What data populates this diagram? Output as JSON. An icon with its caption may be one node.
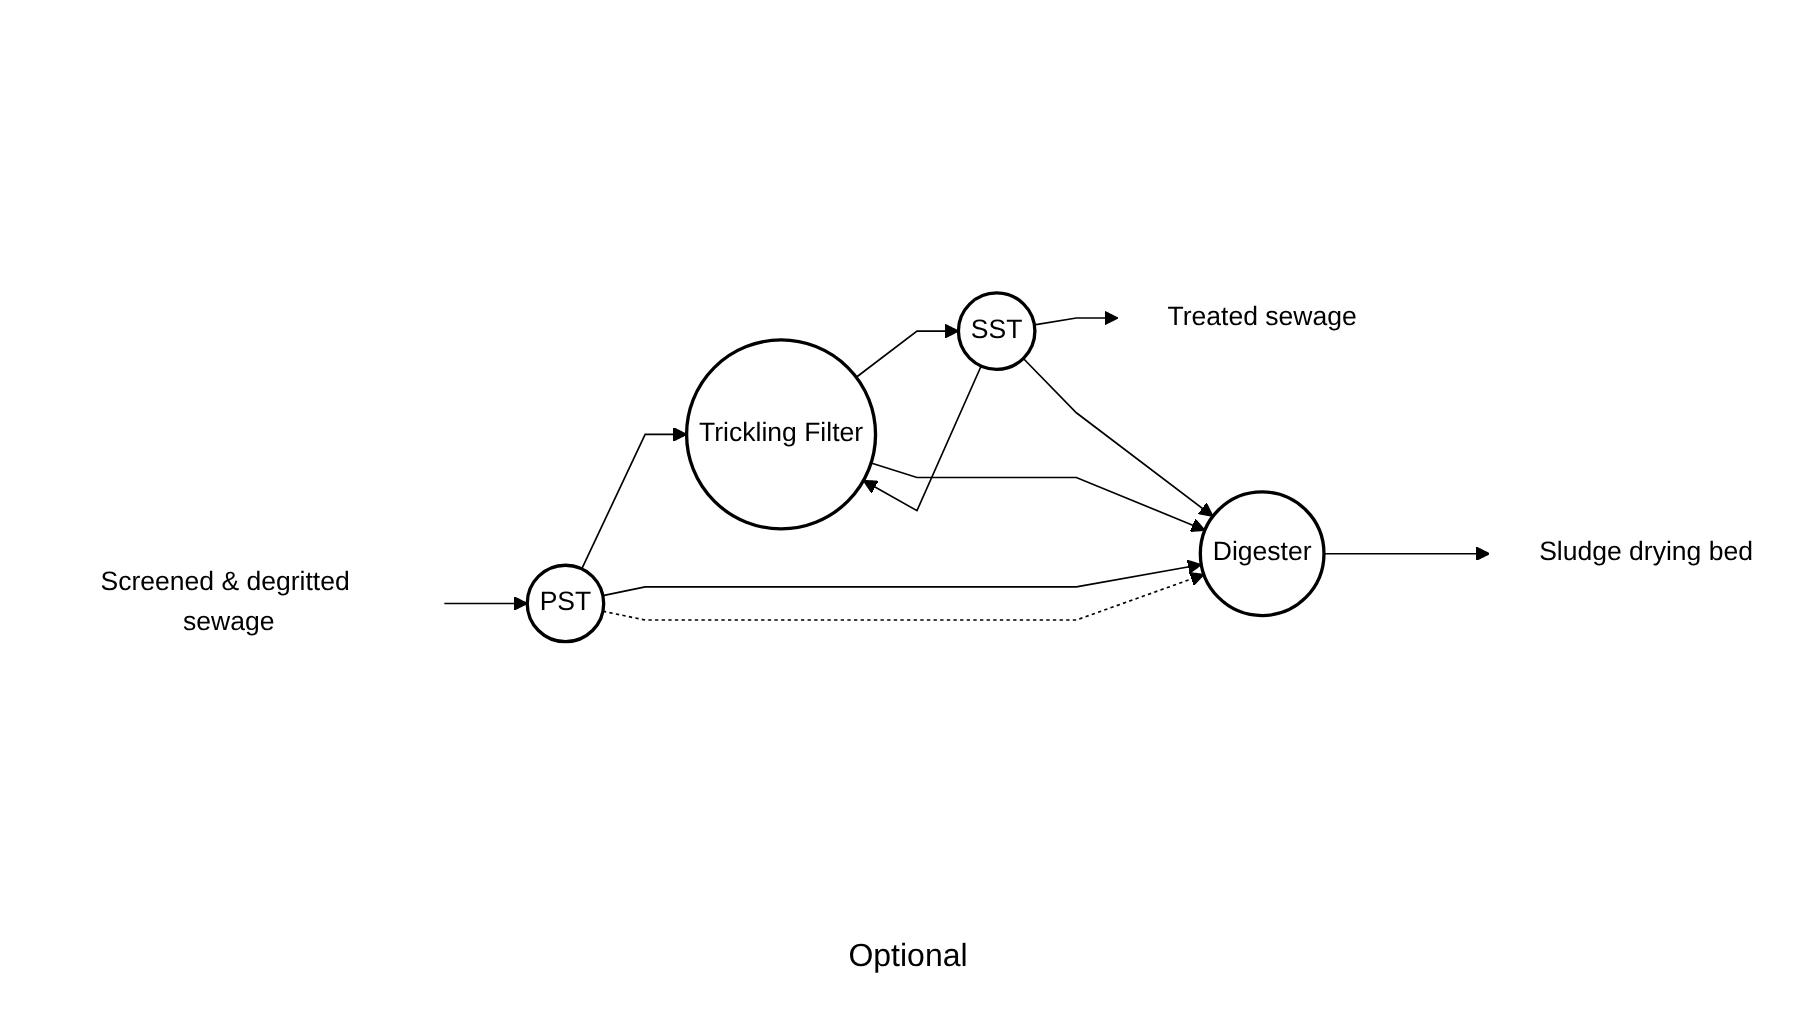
{
  "diagram": {
    "nodes": [
      {
        "text": [
          "Screened & degritted sewage"
        ]
      },
      {
        "text": [
          "PST"
        ]
      },
      {
        "text": [
          "Trickling Filter"
        ]
      },
      {
        "text": [
          "SST"
        ]
      },
      {
        "text": [
          "Treated sewage"
        ]
      },
      {
        "text": [
          "Digester"
        ]
      },
      {
        "text": [
          "Sludge drying bed"
        ]
      }
    ],
    "edges": [
      {
        "from": 0,
        "to": 1,
        "arrow": "to"
      },
      {
        "from": 1,
        "to": 2,
        "arrow": "to"
      },
      {
        "from": 2,
        "to": 3,
        "arrow": "to"
      },
      {
        "from": 3,
        "to": 4,
        "arrow": "to"
      },
      {
        "from": 3,
        "to": 2,
        "arrow": "to"
      },
      {
        "from": 1,
        "to": 5,
        "arrow": "to"
      },
      {
        "from": 2,
        "to": 5,
        "arrow": "to"
      },
      {
        "from": 3,
        "to": 5,
        "arrow": "to"
      },
      {
        "from": 1,
        "to": 5,
        "arrow": "to",
        "style": "dashed"
      },
      {
        "from": 5,
        "to": 6,
        "arrow": "to"
      }
    ],
    "labels": [
      "Optional"
    ]
  }
}
